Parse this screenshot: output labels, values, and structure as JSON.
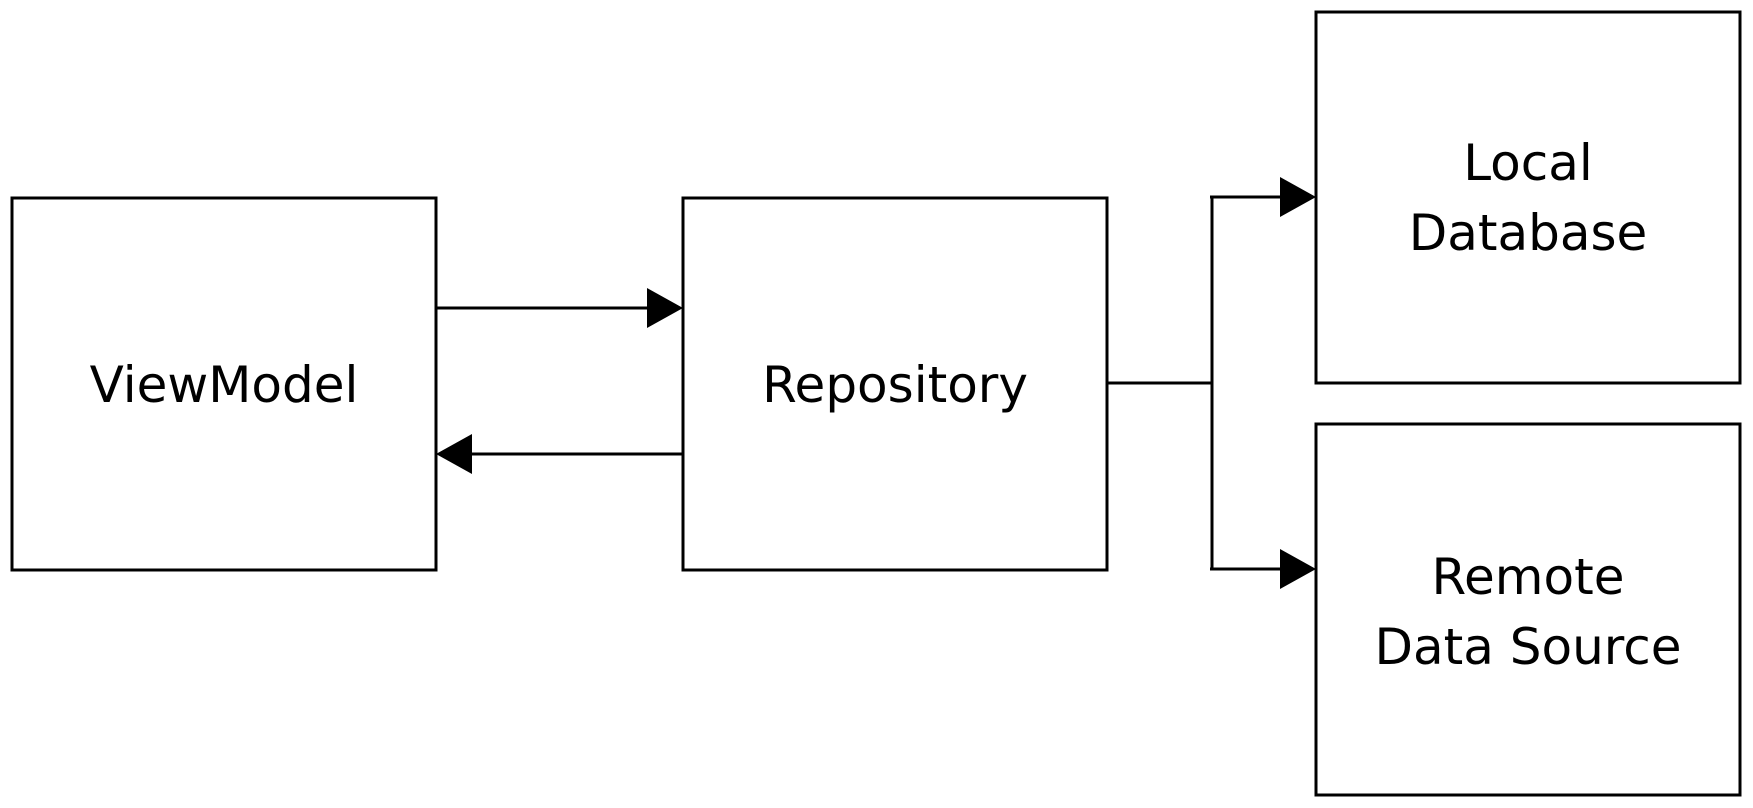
{
  "diagram": {
    "nodes": [
      {
        "id": "viewmodel",
        "lines": [
          "ViewModel"
        ]
      },
      {
        "id": "repository",
        "lines": [
          "Repository"
        ]
      },
      {
        "id": "local-database",
        "lines": [
          "Local",
          "Database"
        ]
      },
      {
        "id": "remote-data-source",
        "lines": [
          "Remote",
          "Data Source"
        ]
      }
    ],
    "edges": [
      {
        "from": "viewmodel",
        "to": "repository"
      },
      {
        "from": "repository",
        "to": "viewmodel"
      },
      {
        "from": "repository",
        "to": "local-database"
      },
      {
        "from": "repository",
        "to": "remote-data-source"
      }
    ]
  },
  "colors": {
    "stroke": "#000000",
    "fill": "#ffffff",
    "text": "#000000"
  }
}
